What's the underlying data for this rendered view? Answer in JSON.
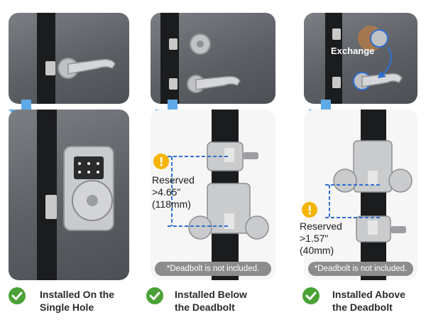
{
  "columns": [
    {
      "caption_line1": "Installed On the",
      "caption_line2": "Single Hole"
    },
    {
      "caption_line1": "Installed Below",
      "caption_line2": "the Deadbolt",
      "reserved_label": "Reserved",
      "reserved_value": ">4.65\"",
      "reserved_metric": "(118mm)",
      "note": "*Deadbolt is not included."
    },
    {
      "caption_line1": "Installed Above",
      "caption_line2": "the Deadbolt",
      "exchange_label": "Exchange",
      "reserved_label": "Reserved",
      "reserved_value": ">1.57\"",
      "reserved_metric": "(40mm)",
      "note": "*Deadbolt is not included."
    }
  ],
  "colors": {
    "arrow_blue": "#5ea9e6",
    "check_green": "#4aa135",
    "warning_yellow": "#f4b400",
    "note_gray": "#8c8c8c"
  }
}
